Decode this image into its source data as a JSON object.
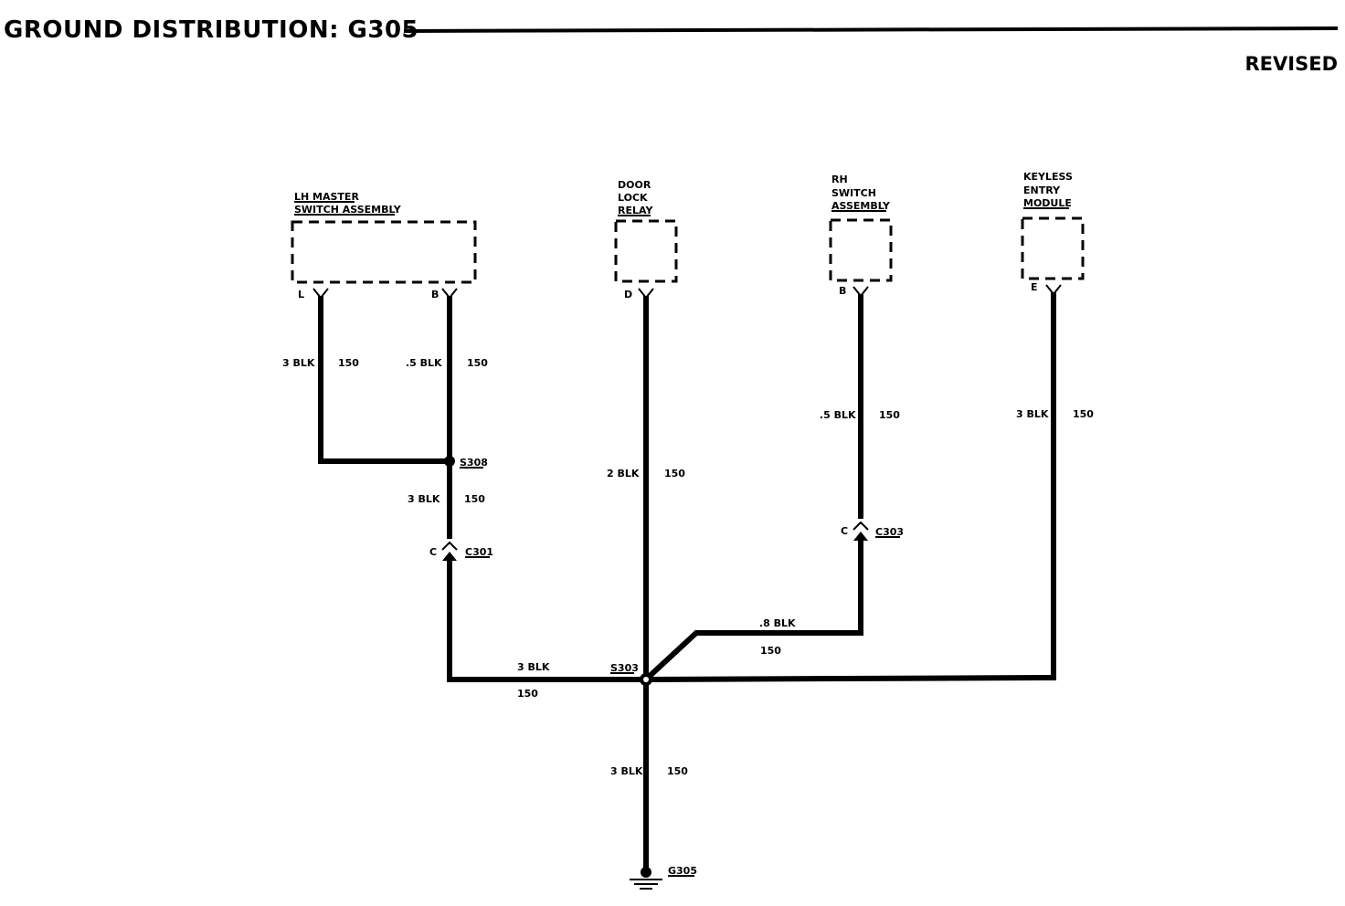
{
  "header": {
    "title": "GROUND DISTRIBUTION: G305",
    "revision": "REVISED"
  },
  "components": {
    "lh_master": {
      "line1": "LH MASTER",
      "line2": "SWITCH ASSEMBLY",
      "pin_l": "L",
      "pin_b": "B"
    },
    "door_lock_relay": {
      "line1": "DOOR",
      "line2": "LOCK",
      "line3": "RELAY",
      "pin": "D"
    },
    "rh_switch": {
      "line1": "RH",
      "line2": "SWITCH",
      "line3": "ASSEMBLY",
      "pin": "B"
    },
    "keyless_entry": {
      "line1": "KEYLESS",
      "line2": "ENTRY",
      "line3": "MODULE",
      "pin": "E"
    }
  },
  "wires": {
    "lh_l": {
      "gauge": "3 BLK",
      "circuit": "150"
    },
    "lh_b": {
      "gauge": ".5 BLK",
      "circuit": "150"
    },
    "s308_c301": {
      "gauge": "3 BLK",
      "circuit": "150"
    },
    "relay": {
      "gauge": "2 BLK",
      "circuit": "150"
    },
    "rh": {
      "gauge": ".5 BLK",
      "circuit": "150"
    },
    "keyless": {
      "gauge": "3 BLK",
      "circuit": "150"
    },
    "c303_s303": {
      "gauge": ".8 BLK",
      "circuit": "150"
    },
    "c301_s303": {
      "gauge": "3 BLK",
      "circuit": "150"
    },
    "s303_g305": {
      "gauge": "3 BLK",
      "circuit": "150"
    }
  },
  "connectors": {
    "c301": {
      "name": "C301",
      "pin": "C"
    },
    "c303": {
      "name": "C303",
      "pin": "C"
    }
  },
  "splices": {
    "s308": "S308",
    "s303": "S303"
  },
  "ground": "G305"
}
